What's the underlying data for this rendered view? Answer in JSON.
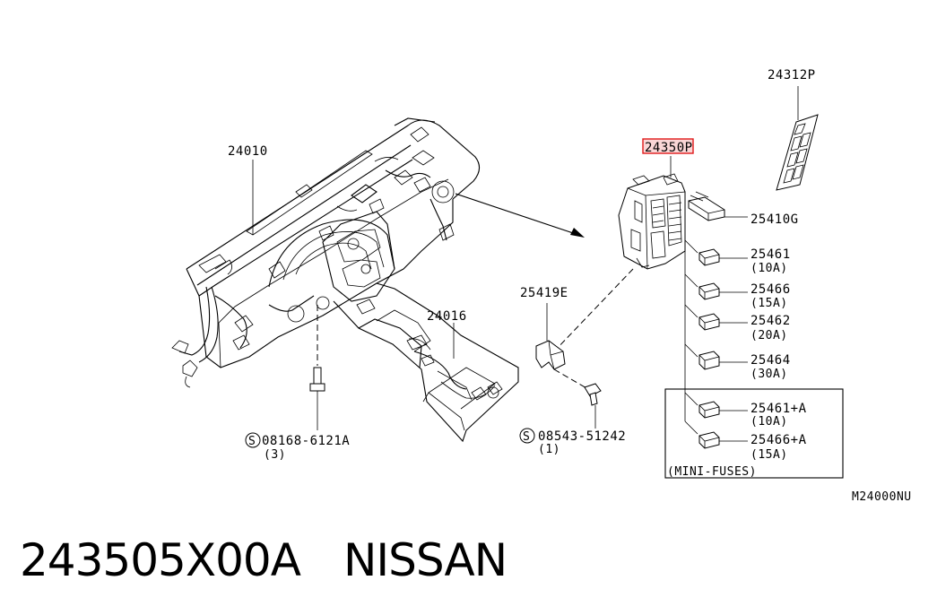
{
  "parts": {
    "p24010": "24010",
    "p24016": "24016",
    "p24312P": "24312P",
    "p24350P_a": "24350",
    "p24350P_b": "P",
    "p25410G": "25410G",
    "p25419E": "25419E",
    "p25461": "25461",
    "p25461_amp": "(10A)",
    "p25466": "25466",
    "p25466_amp": "(15A)",
    "p25462": "25462",
    "p25462_amp": "(20A)",
    "p25464": "25464",
    "p25464_amp": "(30A)",
    "p25461A": "25461+A",
    "p25461A_amp": "(10A)",
    "p25466A": "25466+A",
    "p25466A_amp": "(15A)",
    "bolt1": "08168-6121A",
    "bolt1_qty": "(3)",
    "bolt2": "08543-51242",
    "bolt2_qty": "(1)",
    "mini_fuses": "(MINI-FUSES)",
    "diagram_code": "M24000NU"
  },
  "caption": {
    "part_number": "243505X00A",
    "brand": "NISSAN"
  },
  "highlight_color": "#e0191b"
}
